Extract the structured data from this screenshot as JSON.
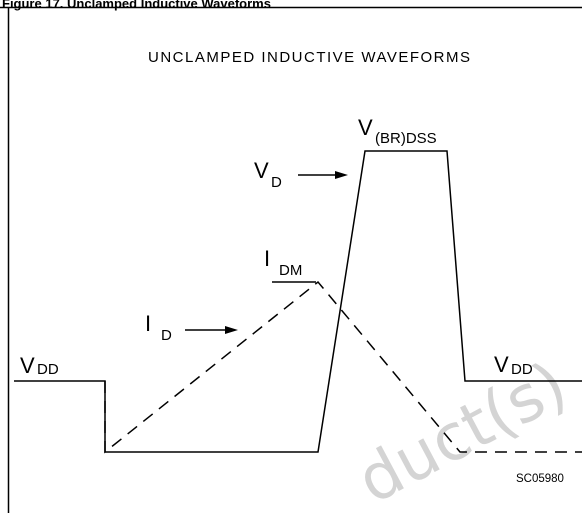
{
  "header": {
    "text": "Figure 17. Unclamped Inductive Waveforms"
  },
  "diagram": {
    "title": "UNCLAMPED INDUCTIVE WAVEFORMS",
    "labels": {
      "vd_main": "V",
      "vd_sub": "D",
      "id_main": "I",
      "id_sub": "D",
      "idm_main": "I",
      "idm_sub": "DM",
      "vbr_main": "V",
      "vbr_sub": "(BR)DSS",
      "vdd_left_main": "V",
      "vdd_left_sub": "DD",
      "vdd_right_main": "V",
      "vdd_right_sub": "DD"
    },
    "code": "SC05980",
    "watermark": "duct(s)",
    "colors": {
      "line": "#000000",
      "watermark": "#d4d4d4"
    }
  }
}
